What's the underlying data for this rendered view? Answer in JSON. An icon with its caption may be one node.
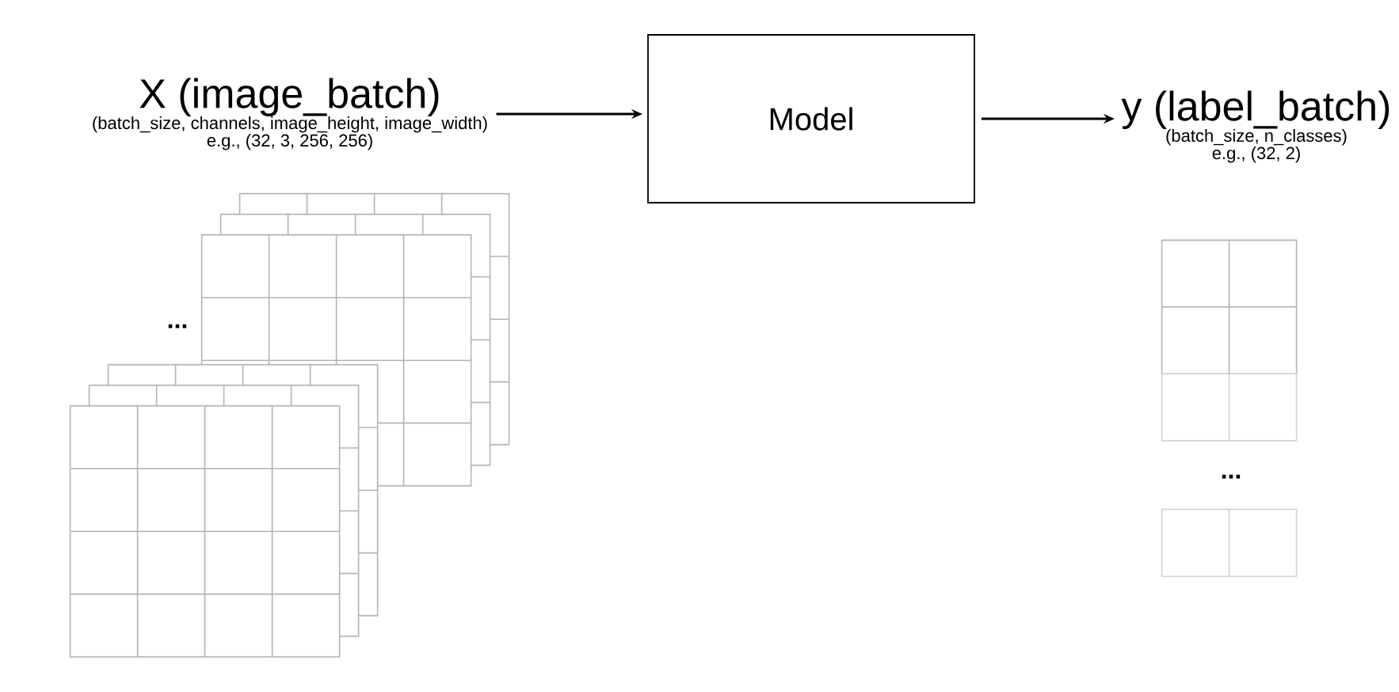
{
  "diagram": {
    "nodes": [
      {
        "text": [
          "X (image_batch)",
          "(batch_size, channels, image_height, image_width)",
          "e.g., (32, 3, 256, 256)"
        ]
      },
      {
        "text": [
          "Model"
        ]
      },
      {
        "text": [
          "y (label_batch)",
          "(batch_size, n_classes)",
          "e.g., (32, 2)"
        ]
      }
    ],
    "edges": [
      {
        "from": 0,
        "to": 1,
        "arrow": "to"
      },
      {
        "from": 1,
        "to": 2,
        "arrow": "to"
      }
    ],
    "labels": [
      "...",
      "..."
    ]
  }
}
